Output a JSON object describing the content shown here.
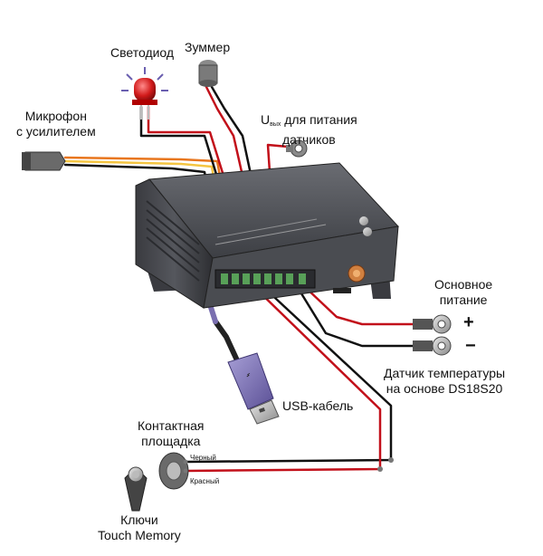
{
  "labels": {
    "led": "Светодиод",
    "buzzer": "Зуммер",
    "mic_line1": "Микрофон",
    "mic_line2": "с усилителем",
    "sensor_power_u": "U",
    "sensor_power_sub": "вых",
    "sensor_power_line1_rest": " для питания",
    "sensor_power_line2": "датчиков",
    "main_power_line1": "Основное",
    "main_power_line2": "питание",
    "plus": "+",
    "minus": "−",
    "temp_line1": "Датчик температуры",
    "temp_line2": "на основе DS18S20",
    "usb": "USB-кабель",
    "contact_line1": "Контактная",
    "contact_line2": "площадка",
    "keys_line1": "Ключи",
    "keys_line2": "Touch Memory",
    "black_wire": "Черный",
    "red_wire": "Красный"
  },
  "colors": {
    "red_wire": "#c2101a",
    "black_wire": "#111111",
    "orange_wire": "#e8761e",
    "yellow_wire": "#f4c542",
    "device_body": "#4b4d52",
    "usb_plug": "#7a6fb0",
    "led": "#d11a1a"
  }
}
